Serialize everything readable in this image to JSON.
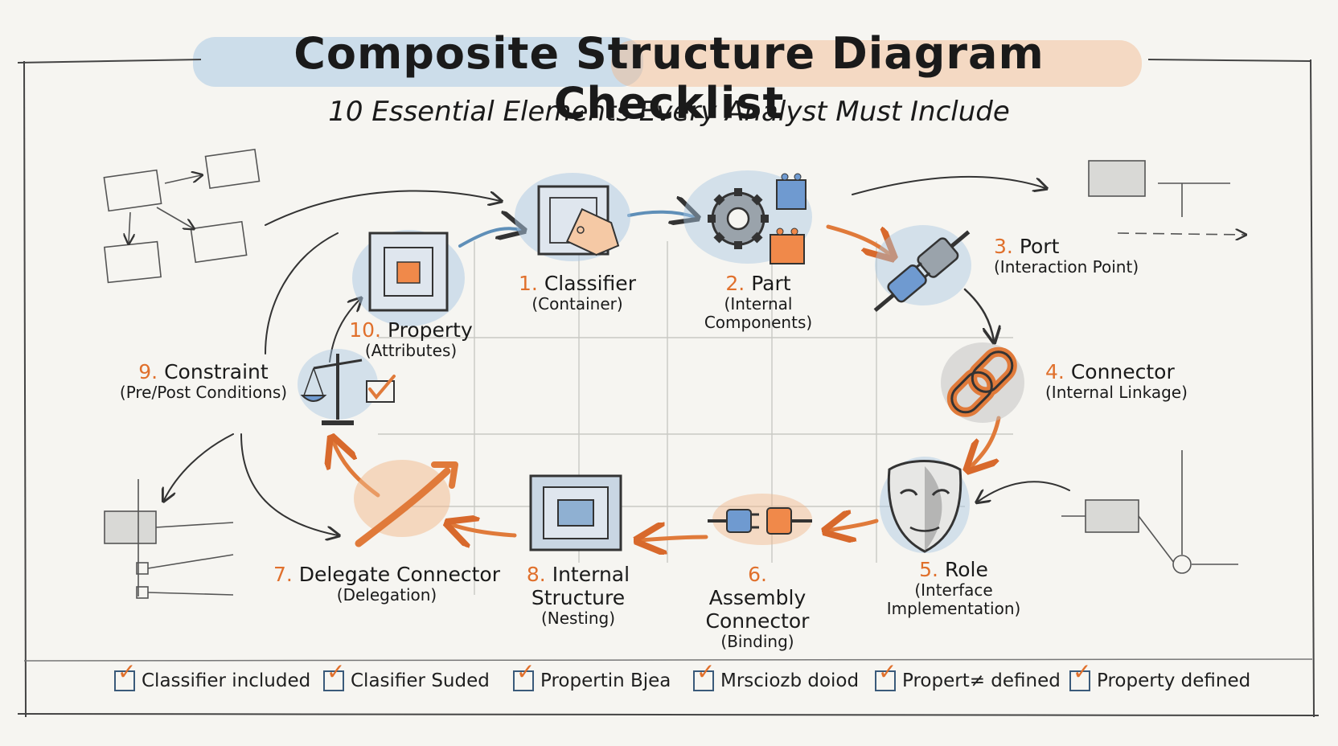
{
  "header": {
    "title": "Composite Structure Diagram Checklist",
    "subtitle": "10 Essential Elements Every Analyst Must Include"
  },
  "colors": {
    "accent": "#e0702c",
    "blue": "#5f8fb8",
    "ink": "#1f1f1f",
    "paper": "#f6f5f1"
  },
  "nodes": [
    {
      "num": "1.",
      "label": "Classifier",
      "sub": "(Container)",
      "icon": "classifier-tag-icon"
    },
    {
      "num": "2.",
      "label": "Part",
      "sub": "(Internal Components)",
      "icon": "gear-blocks-icon"
    },
    {
      "num": "3.",
      "label": "Port",
      "sub": "(Interaction Point)",
      "icon": "plug-icon"
    },
    {
      "num": "4.",
      "label": "Connector",
      "sub": "(Internal Linkage)",
      "icon": "chain-link-icon"
    },
    {
      "num": "5.",
      "label": "Role",
      "sub": "(Interface Implementation)",
      "icon": "mask-icon"
    },
    {
      "num": "6.",
      "label": "Assembly Connector",
      "sub": "(Binding)",
      "icon": "plug-pair-icon"
    },
    {
      "num": "7.",
      "label": "Delegate Connector",
      "sub": "(Delegation)",
      "icon": "delegate-arrow-icon"
    },
    {
      "num": "8.",
      "label": "Internal Structure",
      "sub": "(Nesting)",
      "icon": "nested-box-icon"
    },
    {
      "num": "9.",
      "label": "Constraint",
      "sub": "(Pre/Post Conditions)",
      "icon": "scale-icon"
    },
    {
      "num": "10.",
      "label": "Property",
      "sub": "(Attributes)",
      "icon": "property-box-icon"
    }
  ],
  "checklist": [
    {
      "label": "Classifier included"
    },
    {
      "label": "Clasifier Suded"
    },
    {
      "label": "Propertin Bjea"
    },
    {
      "label": "Mrsciozb doiod"
    },
    {
      "label": "Propert≠ defined"
    },
    {
      "label": "Property defined"
    }
  ]
}
